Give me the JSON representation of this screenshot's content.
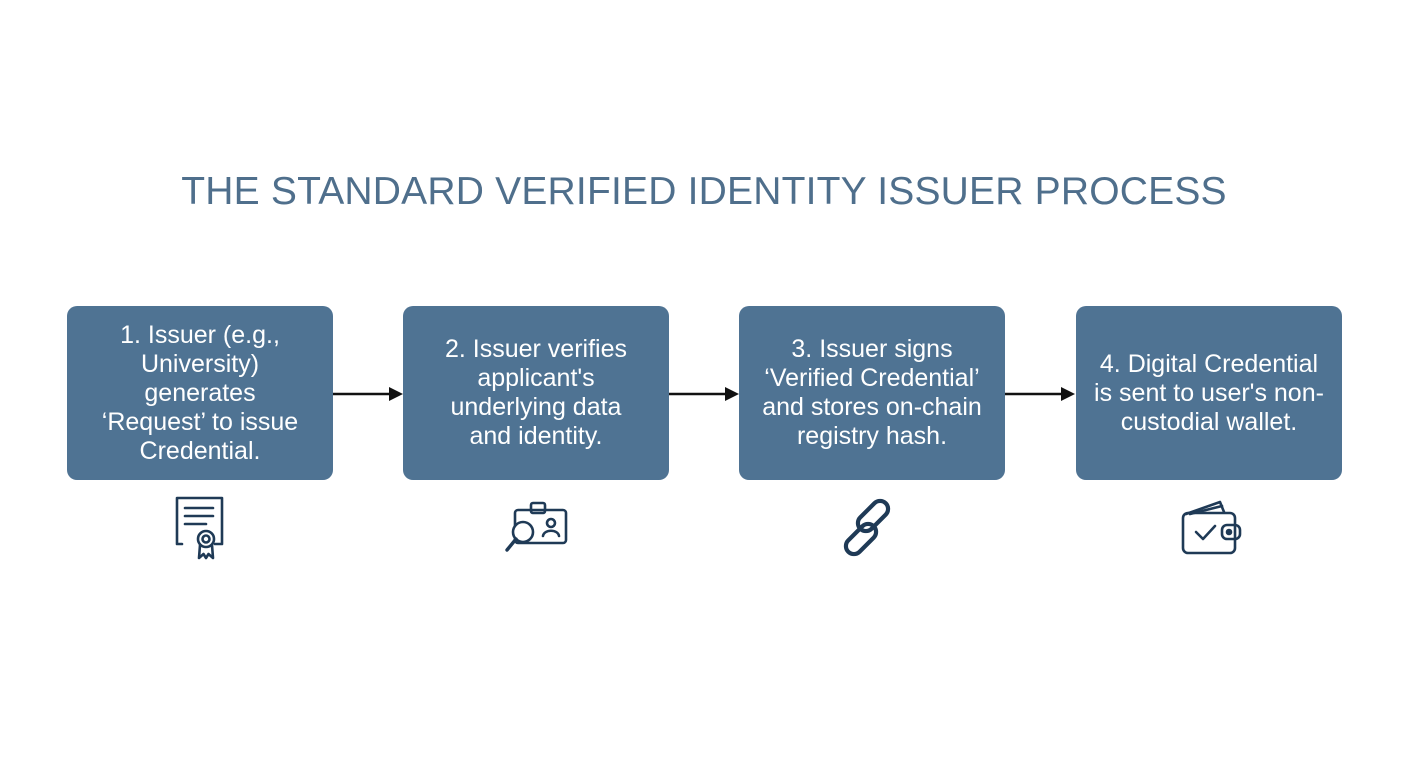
{
  "title": "THE STANDARD VERIFIED IDENTITY ISSUER PROCESS",
  "steps": [
    {
      "lines": [
        "1. Issuer (e.g.,",
        "University)",
        "generates",
        "‘Request’ to issue",
        "Credential."
      ],
      "icon": "certificate-icon"
    },
    {
      "lines": [
        "2. Issuer verifies",
        "applicant's",
        "underlying data",
        "and identity."
      ],
      "icon": "id-card-magnifier-icon"
    },
    {
      "lines": [
        "3. Issuer signs",
        "‘Verified Credential’",
        "and stores on-chain",
        "registry hash."
      ],
      "icon": "chain-link-icon"
    },
    {
      "lines": [
        "4. Digital Credential",
        "is sent to user's non-",
        "custodial wallet."
      ],
      "icon": "wallet-check-icon"
    }
  ],
  "colors": {
    "box": "#4f7393",
    "title": "#4f6f8c",
    "arrow": "#111111",
    "icon": "#1f3a56"
  }
}
